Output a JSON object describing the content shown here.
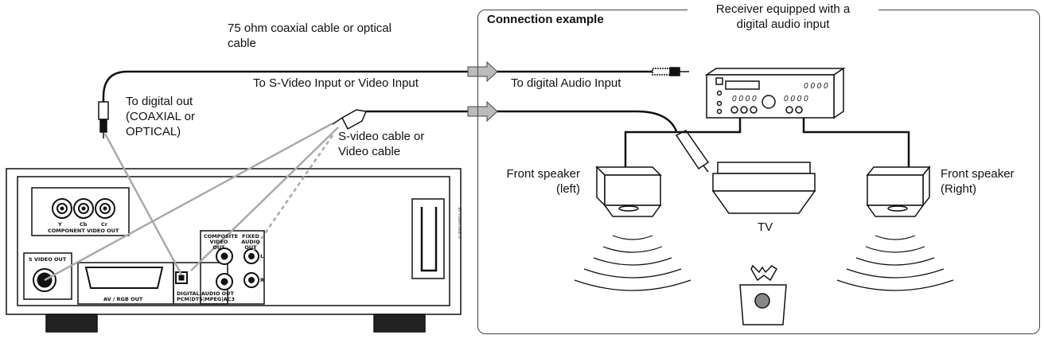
{
  "labels": {
    "coax_cable": [
      "75 ohm coaxial cable or optical",
      "cable"
    ],
    "to_svideo_input": "To S-Video Input or Video Input",
    "to_digital_audio_input": "To digital Audio Input",
    "to_digital_out": [
      "To digital out",
      "(COAXIAL or",
      "OPTICAL)"
    ],
    "svideo_cable": [
      "S-video cable or",
      "Video cable"
    ],
    "connection_example": "Connection example",
    "receiver": [
      "Receiver equipped with a",
      "digital audio input"
    ],
    "front_left": [
      "Front speaker",
      "(left)"
    ],
    "front_right": [
      "Front speaker",
      "(Right)"
    ],
    "tv": "TV"
  },
  "panel": {
    "y": "Y",
    "cb": "Cb",
    "cr": "Cr",
    "component_video_out": "COMPONENT VIDEO OUT",
    "s_video_out": "S VIDEO OUT",
    "av_rgb_out": "AV / RGB OUT",
    "composite": [
      "COMPOSITE",
      "VIDEO",
      "OUT"
    ],
    "fixed_audio": [
      "FIXED",
      "AUDIO",
      "OUT"
    ],
    "l": "L",
    "r": "R",
    "digital_audio_out": [
      "DIGITAL AUDIO OUT",
      "PCM|DTS|MPEG|AC3"
    ]
  },
  "code": "© 2000 MAD L 06"
}
